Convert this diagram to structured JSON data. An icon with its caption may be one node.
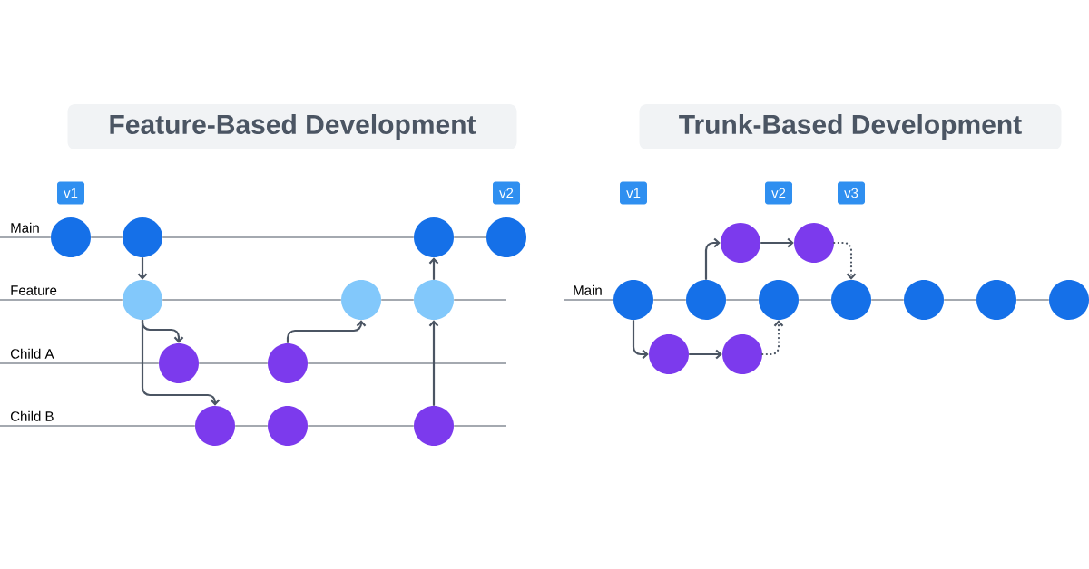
{
  "diagram": {
    "nodes": [
      {
        "text": [
          "Feature-Based Development"
        ]
      },
      {
        "text": [
          "Trunk-Based Development"
        ]
      },
      {
        "text": [
          "v1"
        ]
      },
      {
        "text": [
          "v2"
        ]
      },
      {
        "text": [],
        "shape": "circle"
      },
      {
        "text": [],
        "shape": "circle"
      },
      {
        "text": [],
        "shape": "circle"
      },
      {
        "text": [],
        "shape": "circle"
      },
      {
        "text": [],
        "shape": "circle"
      },
      {
        "text": [],
        "shape": "circle"
      },
      {
        "text": [],
        "shape": "circle"
      },
      {
        "text": [],
        "shape": "circle"
      },
      {
        "text": [],
        "shape": "circle"
      },
      {
        "text": [],
        "shape": "circle"
      },
      {
        "text": [],
        "shape": "circle"
      },
      {
        "text": [],
        "shape": "circle"
      },
      {
        "text": [
          "v1"
        ]
      },
      {
        "text": [
          "v2"
        ]
      },
      {
        "text": [
          "v3"
        ]
      },
      {
        "text": [],
        "shape": "circle"
      },
      {
        "text": [],
        "shape": "circle"
      },
      {
        "text": [],
        "shape": "circle"
      },
      {
        "text": [],
        "shape": "circle"
      },
      {
        "text": [],
        "shape": "circle"
      },
      {
        "text": [],
        "shape": "circle"
      },
      {
        "text": [],
        "shape": "circle"
      },
      {
        "text": [],
        "shape": "circle"
      },
      {
        "text": [],
        "shape": "circle"
      },
      {
        "text": [],
        "shape": "circle"
      },
      {
        "text": [],
        "shape": "circle"
      },
      {
        "text": [
          "Main"
        ]
      },
      {
        "text": [
          "Feature"
        ]
      },
      {
        "text": [
          "Child A"
        ]
      },
      {
        "text": [
          "Child B"
        ]
      },
      {
        "text": [
          "Main"
        ]
      }
    ],
    "edges": [
      {
        "from": 30,
        "to": 4,
        "arrow": "none"
      },
      {
        "from": 31,
        "to": 8,
        "arrow": "none"
      },
      {
        "from": 32,
        "to": 11,
        "arrow": "none"
      },
      {
        "from": 33,
        "to": 13,
        "arrow": "none"
      },
      {
        "from": 34,
        "to": 19,
        "arrow": "none"
      },
      {
        "from": 4,
        "to": 5,
        "arrow": "none"
      },
      {
        "from": 5,
        "to": 6,
        "arrow": "none"
      },
      {
        "from": 6,
        "to": 7,
        "arrow": "none"
      },
      {
        "from": 5,
        "to": 8,
        "arrow": "to"
      },
      {
        "from": 8,
        "to": 9,
        "arrow": "none"
      },
      {
        "from": 9,
        "to": 10,
        "arrow": "none"
      },
      {
        "from": 8,
        "to": 11,
        "arrow": "to"
      },
      {
        "from": 8,
        "to": 13,
        "arrow": "to"
      },
      {
        "from": 11,
        "to": 12,
        "arrow": "none"
      },
      {
        "from": 12,
        "to": 9,
        "arrow": "to"
      },
      {
        "from": 13,
        "to": 14,
        "arrow": "none"
      },
      {
        "from": 14,
        "to": 15,
        "arrow": "none"
      },
      {
        "from": 15,
        "to": 10,
        "arrow": "to"
      },
      {
        "from": 10,
        "to": 6,
        "arrow": "to"
      },
      {
        "from": 19,
        "to": 20,
        "arrow": "none"
      },
      {
        "from": 20,
        "to": 21,
        "arrow": "none"
      },
      {
        "from": 21,
        "to": 22,
        "arrow": "none"
      },
      {
        "from": 22,
        "to": 23,
        "arrow": "none"
      },
      {
        "from": 23,
        "to": 24,
        "arrow": "none"
      },
      {
        "from": 24,
        "to": 25,
        "arrow": "none"
      },
      {
        "from": 20,
        "to": 26,
        "arrow": "to"
      },
      {
        "from": 26,
        "to": 27,
        "arrow": "to"
      },
      {
        "from": 27,
        "to": 22,
        "arrow": "to",
        "style": "dashed"
      },
      {
        "from": 19,
        "to": 28,
        "arrow": "to"
      },
      {
        "from": 28,
        "to": 29,
        "arrow": "to"
      },
      {
        "from": 29,
        "to": 21,
        "arrow": "to",
        "style": "dashed"
      }
    ]
  }
}
